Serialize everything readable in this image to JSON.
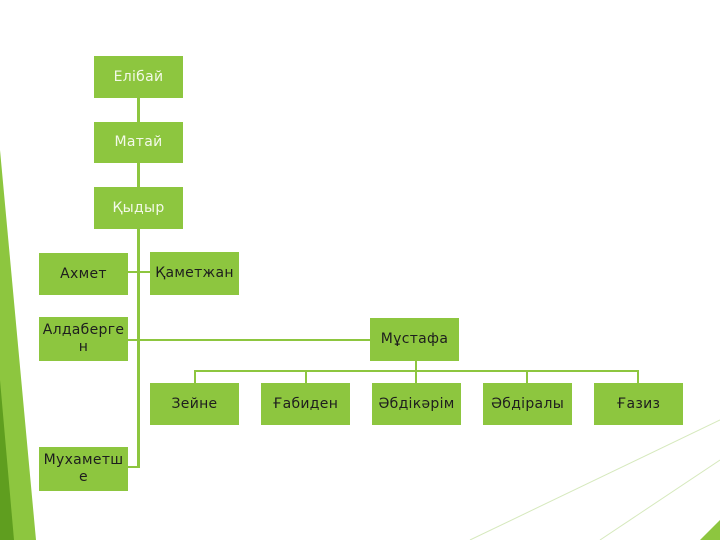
{
  "diagram": {
    "ancestors": [
      "Елібай",
      "Матай",
      "Қыдыр"
    ],
    "kydyr_children_left": [
      "Ахмет",
      "Алдаберген",
      "Мухаметше"
    ],
    "kydyr_child_right": "Қаметжан",
    "mustafa": "Мұстафа",
    "mustafa_children": [
      "Зейне",
      "Ғабиден",
      "Әбдікәрім",
      "Әбдіралы",
      "Ғазиз"
    ]
  },
  "colors": {
    "node_fill": "#8dc63f",
    "connector": "#8dc63f",
    "text": "#1e1e1e"
  }
}
